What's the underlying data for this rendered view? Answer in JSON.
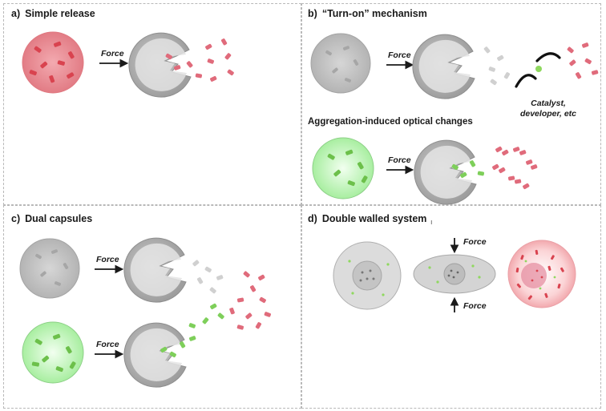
{
  "panels": {
    "a": {
      "label": "a)",
      "title": "Simple release"
    },
    "b": {
      "label": "b)",
      "title": "“Turn-on” mechanism",
      "subtitle": "Aggregation-induced optical changes",
      "note_line1": "Catalyst,",
      "note_line2": "developer, etc"
    },
    "c": {
      "label": "c)",
      "title": "Dual capsules"
    },
    "d": {
      "label": "d)",
      "title": "Double walled system",
      "tick": "ı"
    }
  },
  "force_label": "Force",
  "colors": {
    "red_capsule": "#e88a90",
    "green_capsule": "#b8f0b0",
    "grey_capsule": "#bdbdbd",
    "red_particle": "#e05a6c",
    "green_particle": "#7ecf5a",
    "grey_particle": "#cfcfcf"
  }
}
